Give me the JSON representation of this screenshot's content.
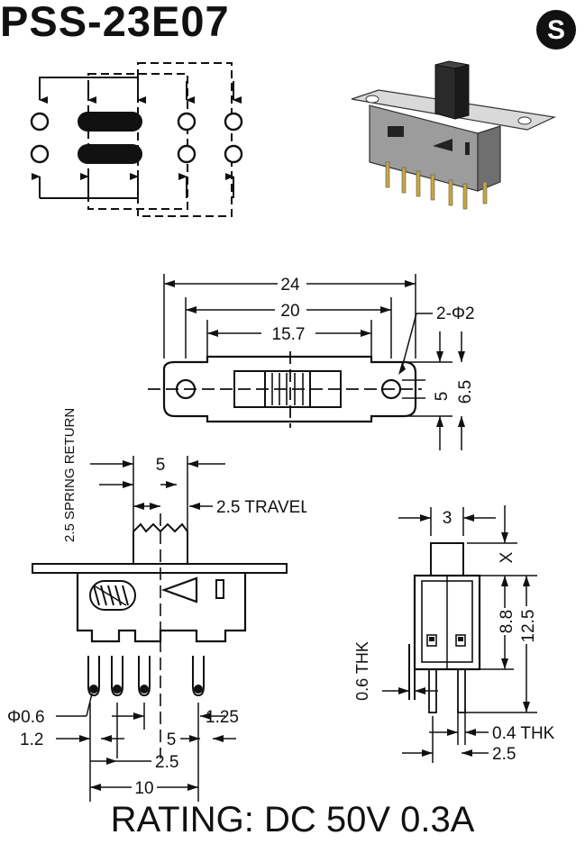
{
  "title": "PSS-23E07",
  "logo_letter": "S",
  "rating": "RATING: DC 50V 0.3A",
  "top_view": {
    "dim_24": "24",
    "dim_20": "20",
    "dim_15_7": "15.7",
    "dim_hole": "2-Φ2",
    "dim_5": "5",
    "dim_6_5": "6.5"
  },
  "side_view": {
    "spring_return": "2.5 SPRING RETURN",
    "dim_5_top": "5",
    "travel": "2.5 TRAVEL",
    "pin_dia": "Φ0.6",
    "dim_1_2": "1.2",
    "dim_5_bottom": "5",
    "dim_1_25": "1.25",
    "dim_2_5": "2.5",
    "dim_10": "10"
  },
  "end_view": {
    "dim_3": "3",
    "dim_x": "X",
    "dim_8_8": "8.8",
    "dim_12_5": "12.5",
    "thk_0_6": "0.6 THK",
    "thk_0_4": "0.4 THK",
    "dim_2_5": "2.5"
  }
}
